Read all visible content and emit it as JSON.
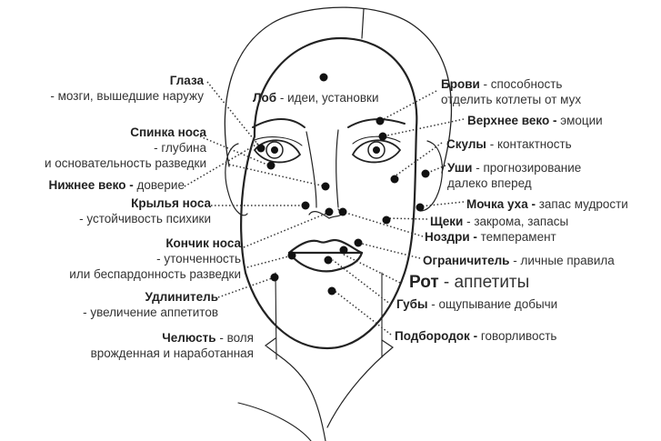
{
  "diagram": {
    "type": "face-zones",
    "labels": {
      "glaza": {
        "term": "Глаза",
        "desc": "- мозги, вышедшие наружу"
      },
      "lob": {
        "term": "Лоб",
        "sep": " - ",
        "desc": "идеи, установки"
      },
      "brovi": {
        "term": "Брови",
        "sep": " - ",
        "desc": "способность",
        "desc2": "отделить котлеты от мух"
      },
      "spinka_nosa": {
        "term": "Спинка носа",
        "desc": "- глубина",
        "desc2": "и основательность разведки"
      },
      "verhnee_veko": {
        "term": "Верхнее веко - ",
        "desc": "эмоции"
      },
      "skuly": {
        "term": "Скулы",
        "sep": " - ",
        "desc": "контактность"
      },
      "nizhnee_veko": {
        "term": "Нижнее веко - ",
        "desc": "доверие"
      },
      "ushi": {
        "term": "Уши",
        "sep": " - ",
        "desc": "прогнозирование",
        "desc2": "далеко вперед"
      },
      "krylya_nosa": {
        "term": "Крылья носа",
        "desc": "- устойчивость психики"
      },
      "mochka_uha": {
        "term": "Мочка уха - ",
        "desc": "запас мудрости"
      },
      "scheki": {
        "term": "Щеки",
        "sep": " - ",
        "desc": "закрома, запасы"
      },
      "nozdri": {
        "term": "Ноздри - ",
        "desc": "темперамент"
      },
      "konchik_nosa": {
        "term": "Кончик носа",
        "desc": "- утонченность",
        "desc2": "или беспардонность разведки"
      },
      "ogranichitel": {
        "term": "Ограничитель",
        "sep": " - ",
        "desc": "личные правила"
      },
      "rot": {
        "term": "Рот",
        "sep": " - ",
        "desc": "аппетиты"
      },
      "udlinitel": {
        "term": "Удлинитель",
        "desc": "- увеличение аппетитов"
      },
      "guby": {
        "term": "Губы",
        "sep": " - ",
        "desc": "ощупывание добычи"
      },
      "chelyust": {
        "term": "Челюсть",
        "sep": " - ",
        "desc": "воля",
        "desc2": "врожденная и наработанная"
      },
      "podborodok": {
        "term": "Подбородок - ",
        "desc": "говорливость"
      }
    }
  }
}
